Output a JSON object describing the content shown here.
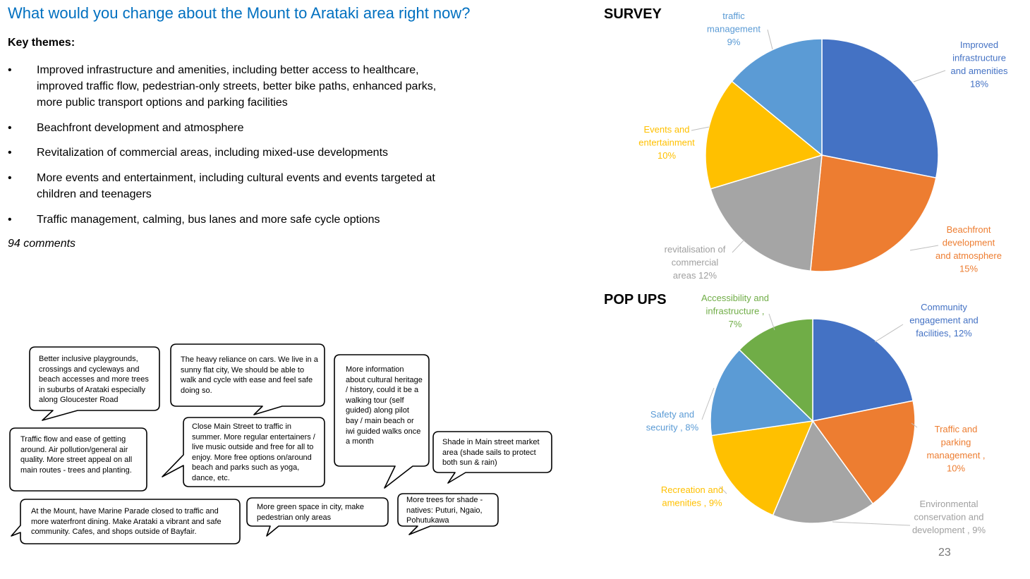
{
  "title": "What would you change about the Mount to Arataki area right now?",
  "key_themes_label": "Key themes:",
  "bullet_char": "•",
  "themes": [
    "Improved infrastructure and amenities, including better access to healthcare, improved traffic flow, pedestrian-only streets, better bike paths, enhanced parks, more public transport options and parking facilities",
    "Beachfront development and atmosphere",
    "Revitalization of commercial areas, including mixed-use developments",
    "More events and entertainment, including cultural events and events targeted at children and teenagers",
    "Traffic management, calming, bus lanes and more safe cycle options"
  ],
  "comment_count": "94 comments",
  "page_number": "23",
  "bubbles": [
    {
      "text": "Better inclusive playgrounds, crossings and cycleways and beach accesses and more trees in suburbs of Arataki especially along Gloucester Road"
    },
    {
      "text": "The heavy reliance on cars. We live in a sunny flat city, We should be able to walk and cycle with ease and feel safe doing so."
    },
    {
      "text": "More information about cultural heritage / history, could it be a walking tour (self guided) along pilot bay / main beach or iwi guided walks once a month"
    },
    {
      "text": "Traffic flow and ease of getting around. Air pollution/general air quality. More street appeal on all main routes - trees and planting."
    },
    {
      "text": "Close Main Street to traffic in summer. More regular entertainers / live music outside and free for all to enjoy. More free options on/around beach and parks such as yoga, dance, etc."
    },
    {
      "text": "Shade in Main street market area (shade sails to protect both sun & rain)"
    },
    {
      "text": "At the Mount, have Marine Parade closed to traffic and more waterfront dining.  Make Arataki a vibrant and safe community. Cafes, and shops outside of Bayfair."
    },
    {
      "text": "More green space in city, make pedestrian only areas"
    },
    {
      "text": "More trees for shade - natives: Puturi, Ngaio, Pohutukawa"
    }
  ],
  "chart_data": [
    {
      "type": "pie",
      "title": "SURVEY",
      "slices": [
        {
          "lines": [
            "Improved",
            "infrastructure",
            "and amenities",
            "18%"
          ],
          "value": 18,
          "color": "#4472c4"
        },
        {
          "lines": [
            "Beachfront",
            "development",
            "and atmosphere",
            "15%"
          ],
          "value": 15,
          "color": "#ed7d31"
        },
        {
          "lines": [
            "revitalisation of",
            "commercial",
            "areas 12%"
          ],
          "value": 12,
          "color": "#a5a5a5"
        },
        {
          "lines": [
            "Events and",
            "entertainment",
            "10%"
          ],
          "value": 10,
          "color": "#ffc000"
        },
        {
          "lines": [
            "traffic",
            "management",
            "9%"
          ],
          "value": 9,
          "color": "#5b9bd5"
        }
      ]
    },
    {
      "type": "pie",
      "title": "POP UPS",
      "slices": [
        {
          "lines": [
            "Community",
            "engagement and",
            "facilities, 12%"
          ],
          "value": 12,
          "color": "#4472c4"
        },
        {
          "lines": [
            "Traffic and",
            "parking",
            "management ,",
            "10%"
          ],
          "value": 10,
          "color": "#ed7d31"
        },
        {
          "lines": [
            "Environmental",
            "conservation and",
            "development , 9%"
          ],
          "value": 9,
          "color": "#a5a5a5"
        },
        {
          "lines": [
            "Recreation and",
            "amenities , 9%"
          ],
          "value": 9,
          "color": "#ffc000"
        },
        {
          "lines": [
            "Safety and",
            "security , 8%"
          ],
          "value": 8,
          "color": "#5b9bd5"
        },
        {
          "lines": [
            "Accessibility and",
            "infrastructure ,",
            "7%"
          ],
          "value": 7,
          "color": "#70ad47"
        }
      ]
    }
  ]
}
